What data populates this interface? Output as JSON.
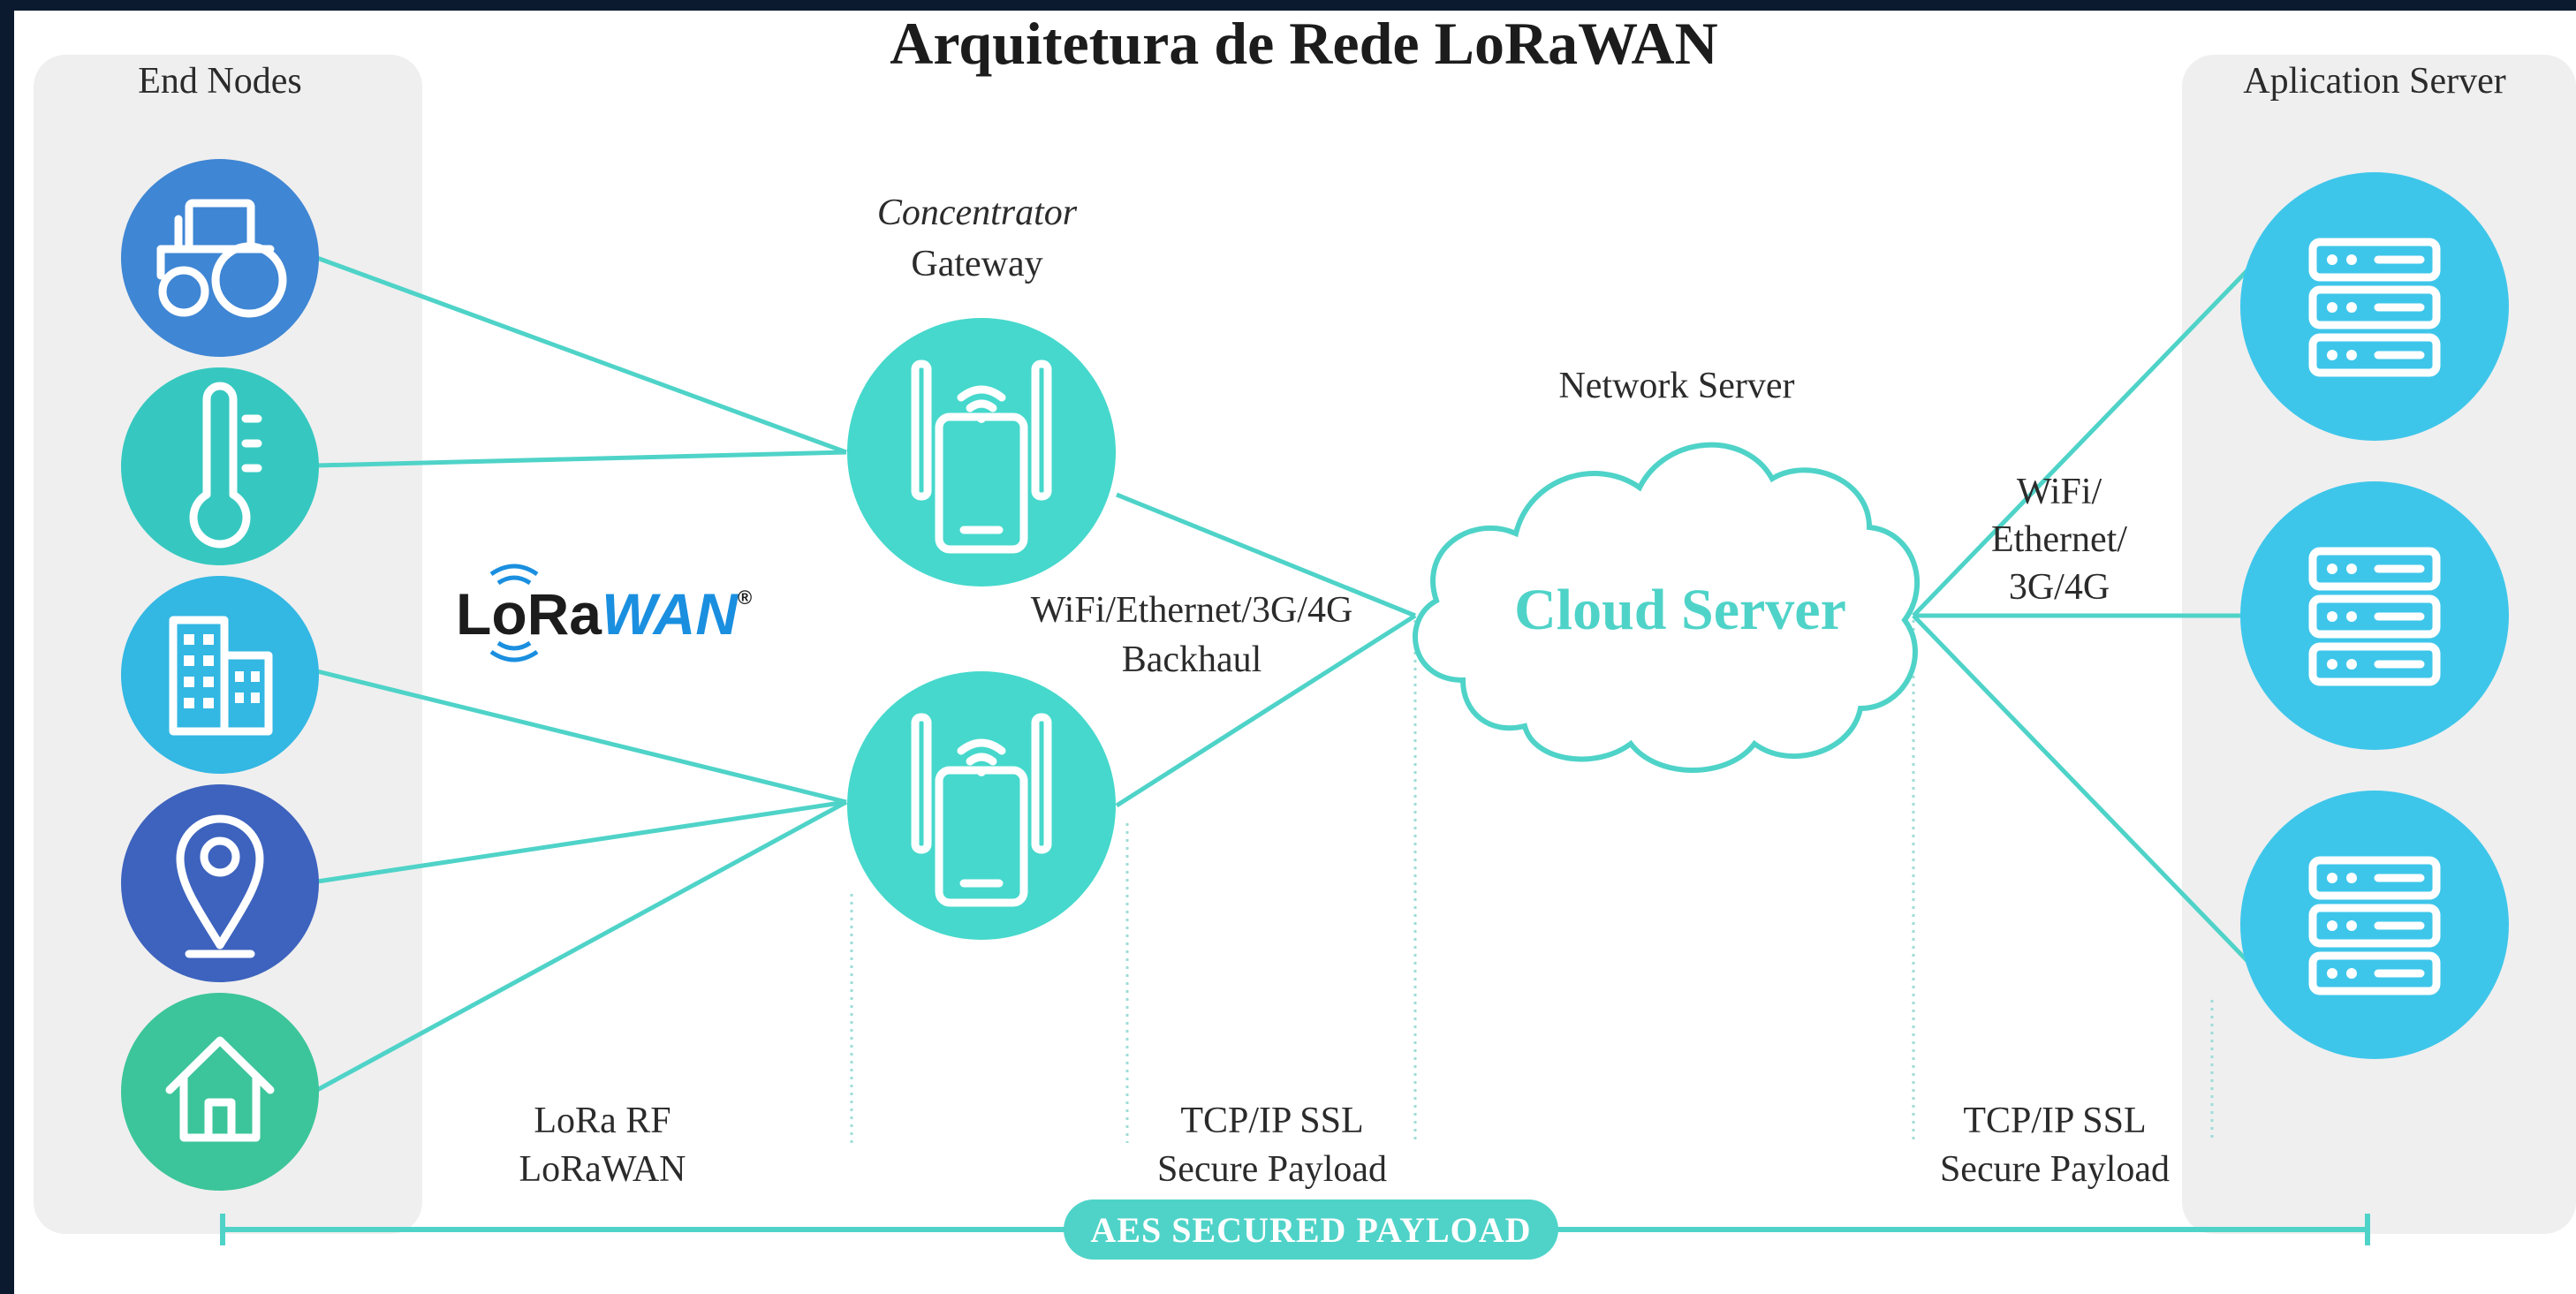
{
  "title": "Arquitetura de Rede LoRaWAN",
  "columns": {
    "end_nodes": "End Nodes",
    "application_server": "Aplication Server"
  },
  "gateway": {
    "label_italic": "Concentrator",
    "label": "Gateway"
  },
  "network_server": {
    "label": "Network Server",
    "cloud_text": "Cloud Server"
  },
  "backhaul": {
    "line1": "WiFi/Ethernet/3G/4G",
    "line2": "Backhaul"
  },
  "app_link": {
    "line1": "WiFi/",
    "line2": "Ethernet/",
    "line3": "3G/4G"
  },
  "logo": {
    "part1": "LoRa",
    "part2": "WAN",
    "mark": "®"
  },
  "bottom_labels": {
    "lora": {
      "line1": "LoRa RF",
      "line2": "LoRaWAN"
    },
    "tcp_gateway": {
      "line1": "TCP/IP SSL",
      "line2": "Secure Payload"
    },
    "tcp_app": {
      "line1": "TCP/IP SSL",
      "line2": "Secure Payload"
    }
  },
  "aes": "AES SECURED PAYLOAD",
  "end_node_items": [
    {
      "icon": "tractor-icon",
      "color": "#3f86d4"
    },
    {
      "icon": "thermometer-icon",
      "color": "#36c8c0"
    },
    {
      "icon": "building-icon",
      "color": "#33b7e3"
    },
    {
      "icon": "location-pin-icon",
      "color": "#3d63be"
    },
    {
      "icon": "house-icon",
      "color": "#3cc59a"
    }
  ],
  "colors": {
    "link": "#4fd3c8",
    "gateway": "#46d8cc",
    "server": "#3ec6ea",
    "aes_badge": "#4fd3c8"
  }
}
